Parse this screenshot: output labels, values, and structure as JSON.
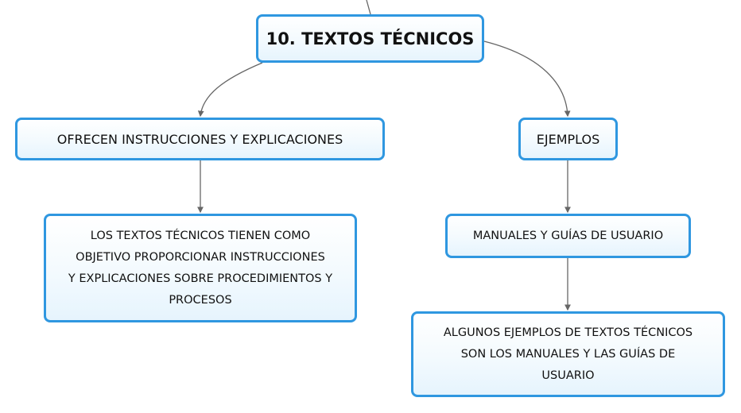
{
  "colors": {
    "node_border": "#2f97e0",
    "node_fill": "#f3fafe",
    "connector": "#666666",
    "text": "#111111"
  },
  "root": {
    "label": "10. TEXTOS TÉCNICOS"
  },
  "branches": [
    {
      "label": "OFRECEN INSTRUCCIONES Y EXPLICACIONES",
      "child": {
        "lines": [
          "LOS TEXTOS TÉCNICOS TIENEN COMO",
          "OBJETIVO PROPORCIONAR INSTRUCCIONES",
          "Y EXPLICACIONES SOBRE PROCEDIMIENTOS Y",
          "PROCESOS"
        ]
      }
    },
    {
      "label": "EJEMPLOS",
      "child": {
        "label": "MANUALES Y GUÍAS DE USUARIO",
        "child": {
          "lines": [
            "ALGUNOS EJEMPLOS DE TEXTOS TÉCNICOS",
            "SON LOS MANUALES Y LAS GUÍAS DE",
            "USUARIO"
          ]
        }
      }
    }
  ]
}
